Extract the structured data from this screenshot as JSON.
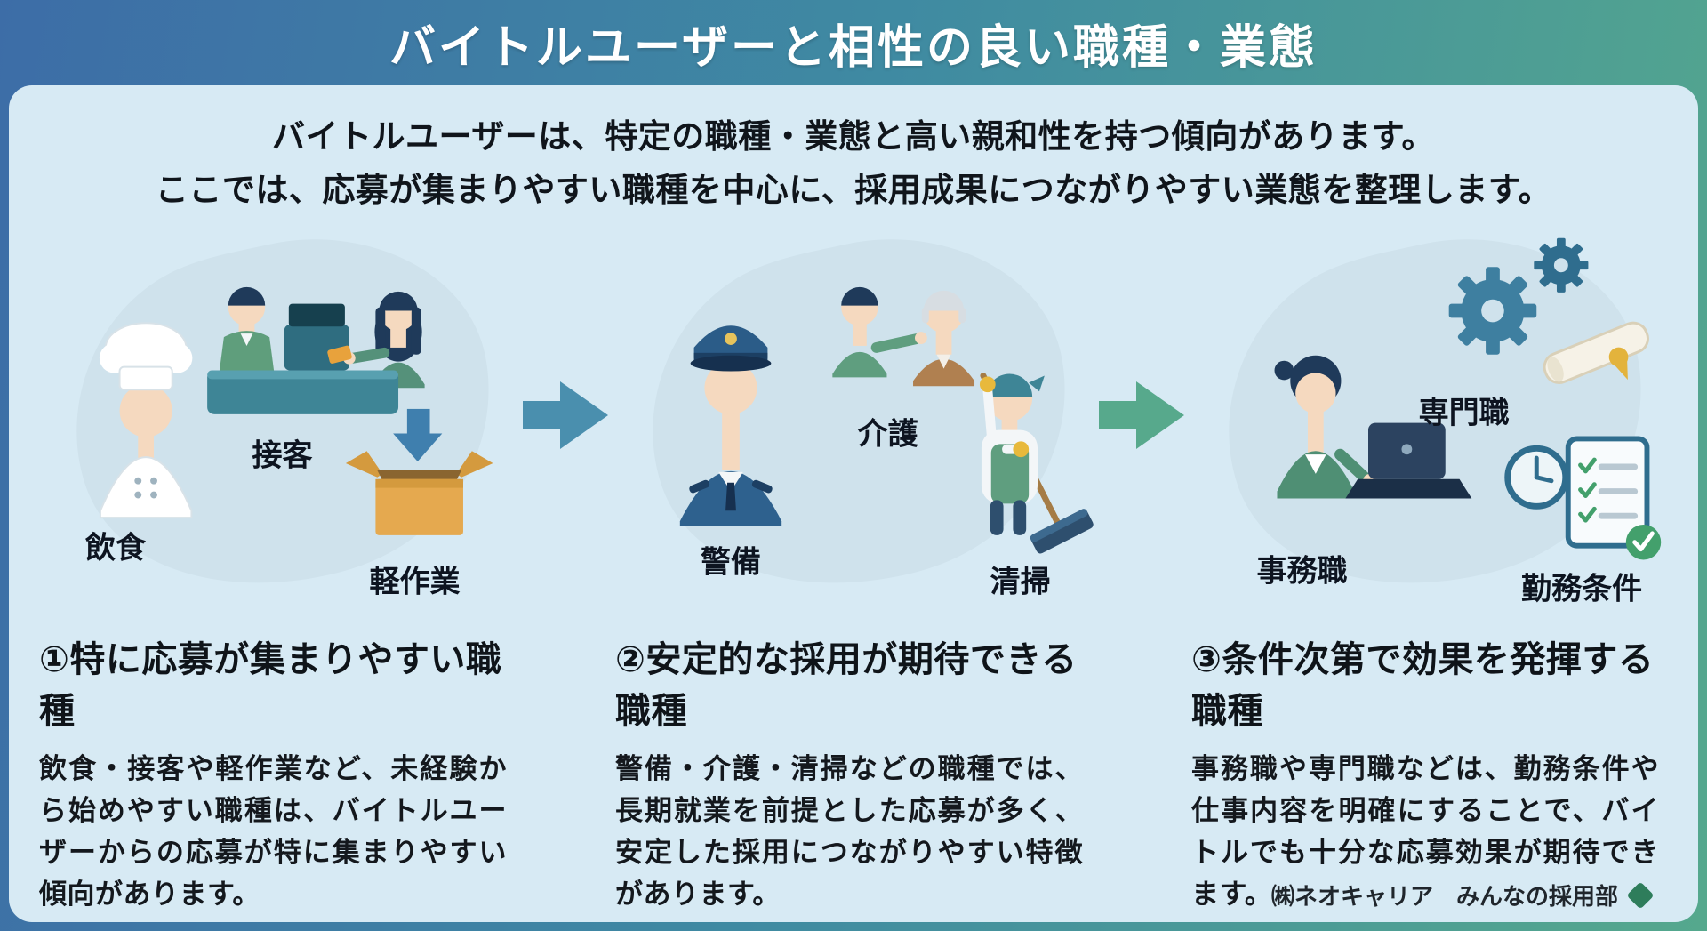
{
  "header": {
    "title": "バイトルユーザーと相性の良い職種・業態"
  },
  "intro": {
    "line1": "バイトルユーザーは、特定の職種・業態と高い親和性を持つ傾向があります。",
    "line2": "ここでは、応募が集まりやすい職種を中心に、採用成果につながりやすい業態を整理します。"
  },
  "sections": [
    {
      "heading": "①特に応募が集まりやすい職種",
      "body": "飲食・接客や軽作業など、未経験から始めやすい職種は、バイトルユーザーからの応募が特に集まりやすい傾向があります。",
      "labels": {
        "left": "飲食",
        "center": "接客",
        "right": "軽作業"
      },
      "icons": [
        "chef-cook-icon",
        "cashier-customer-icon",
        "light-work-box-icon"
      ]
    },
    {
      "heading": "②安定的な採用が期待できる職種",
      "body": "警備・介護・清掃などの職種では、長期就業を前提とした応募が多く、安定した採用につながりやすい特徴があります。",
      "labels": {
        "left": "警備",
        "center": "介護",
        "right": "清掃"
      },
      "icons": [
        "security-guard-icon",
        "caregiver-elderly-icon",
        "cleaner-icon"
      ]
    },
    {
      "heading": "③条件次第で効果を発揮する職種",
      "body": "事務職や専門職などは、勤務条件や仕事内容を明確にすることで、バイトルでも十分な応募効果が期待できます。",
      "labels": {
        "left": "事務職",
        "center": "専門職",
        "right": "勤務条件"
      },
      "icons": [
        "office-worker-icon",
        "gears-certificate-icon",
        "clock-checklist-icon"
      ]
    }
  ],
  "footer": {
    "credit": "㈱ネオキャリア　みんなの採用部"
  },
  "colors": {
    "header_gradient_left": "#3d6da7",
    "header_gradient_right": "#55a88d",
    "panel_background": "#d7eaf4",
    "blob_background": "#cfe2ec",
    "arrow_blue": "#4a8fae",
    "arrow_green": "#57a98c",
    "box_orange": "#e5a94f",
    "accent_navy": "#2e618e",
    "accent_green": "#5f9e7f",
    "text_dark": "#0f1419"
  }
}
